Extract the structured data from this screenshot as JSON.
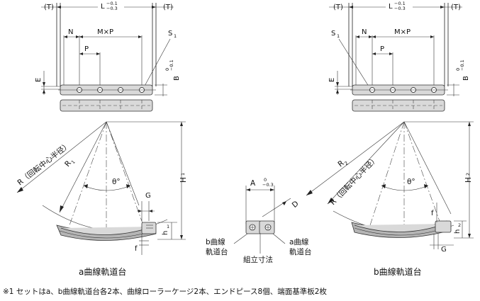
{
  "left_view": {
    "t_left": "(T)",
    "t_right": "(T)",
    "length": "L",
    "length_tol_top": "−0.1",
    "length_tol_bottom": "−0.3",
    "n": "N",
    "mp": "M×P",
    "p": "P",
    "s1": "S",
    "s1_sub": "1",
    "e": "E",
    "b": "B",
    "b_tol_top": "0",
    "b_tol_bottom": "−0.1",
    "r": "R（回転中心半径）",
    "r1": "R",
    "r1_sub": "1",
    "theta": "θ°",
    "g": "G",
    "h1": "H",
    "h1_sub": "1",
    "h": "h",
    "h_sub": "1",
    "f": "f",
    "caption": "a曲線軌道台"
  },
  "right_view": {
    "t_left": "(T)",
    "t_right": "(T)",
    "length": "L",
    "length_tol_top": "−0.1",
    "length_tol_bottom": "−0.3",
    "n": "N",
    "mp": "M×P",
    "p": "P",
    "s1": "S",
    "s1_sub": "1",
    "e": "E",
    "b": "B",
    "b_tol_top": "0",
    "b_tol_bottom": "−0.1",
    "r": "R（回転中心半径）",
    "r2": "R",
    "r2_sub": "2",
    "theta": "θ°",
    "g": "G",
    "h2": "H",
    "h2_sub": "2",
    "h": "h",
    "h_sub": "2",
    "f": "f",
    "caption": "b曲線軌道台"
  },
  "center_view": {
    "a": "A",
    "a_tol_top": "0",
    "a_tol_bottom": "−0.3",
    "d": "D",
    "b_label_1": "b曲線",
    "b_label_2": "軌道台",
    "a_label_1": "a曲線",
    "a_label_2": "軌道台",
    "assembly": "組立寸法"
  },
  "footnote": "※1 セットはa、b曲線軌道台各2本、曲線ローラーケージ2本、エンドピース8個、端面基準板2枚"
}
